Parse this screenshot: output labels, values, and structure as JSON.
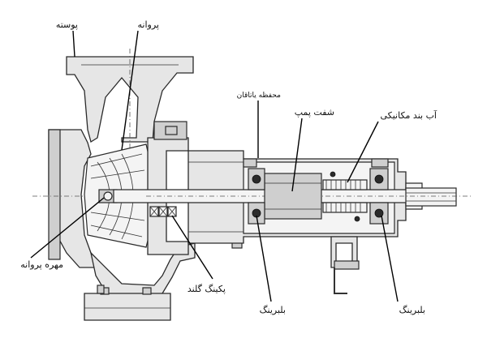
{
  "labels": {
    "casing": "پوسته",
    "impeller": "پروانه",
    "bearing_housing": "محفظه یاتاقان",
    "pump_shaft": "شفت پمپ",
    "mechanical_seal": "آب بند مکانیکی",
    "impeller_nut": "مهره پروانه",
    "packing_gland": "پکینگ گلند",
    "ball_bearing_1": "بلبرینگ",
    "ball_bearing_2": "بلبرینگ"
  }
}
